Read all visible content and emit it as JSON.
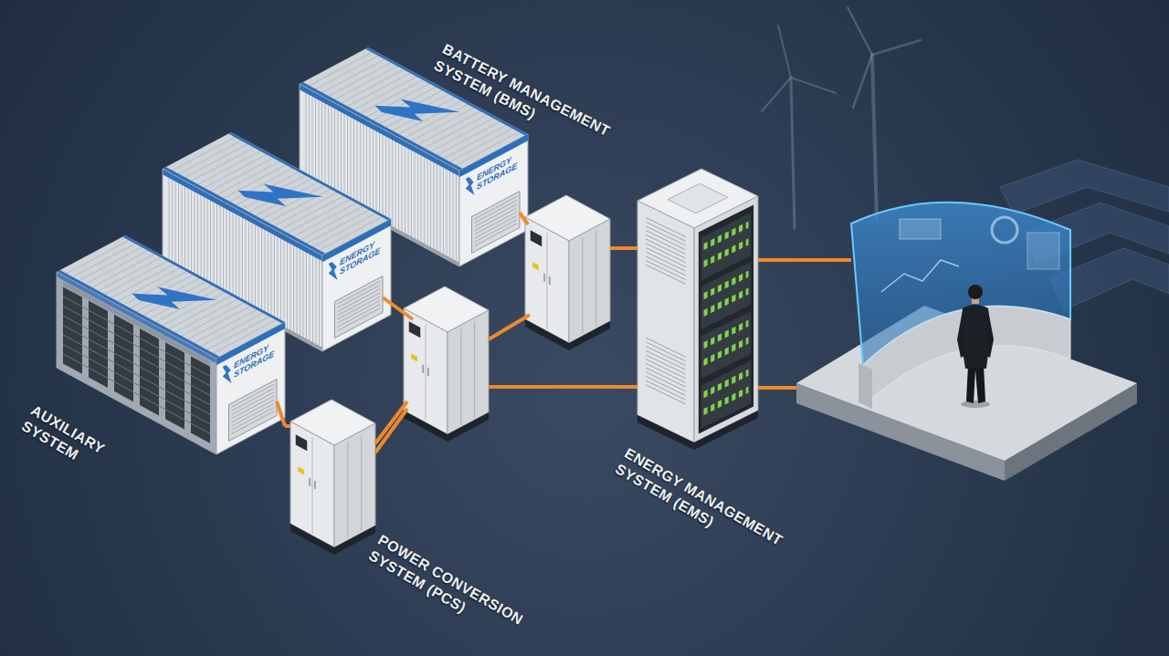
{
  "diagram": {
    "nodes": [
      {
        "text": [
          "BATTERY MANAGEMENT SYSTEM (BMS)",
          "ENERGY STORAGE"
        ]
      },
      {
        "text": [
          "ENERGY STORAGE"
        ]
      },
      {
        "text": [
          "AUXILIARY SYSTEM",
          "ENERGY STORAGE"
        ]
      },
      {
        "text": [
          "POWER CONVERSION SYSTEM (PCS)"
        ]
      },
      {
        "text": [
          "ENERGY MANAGEMENT SYSTEM (EMS)"
        ]
      }
    ],
    "edges": [
      {
        "from": 2,
        "to": 3,
        "arrow": "none"
      }
    ]
  }
}
